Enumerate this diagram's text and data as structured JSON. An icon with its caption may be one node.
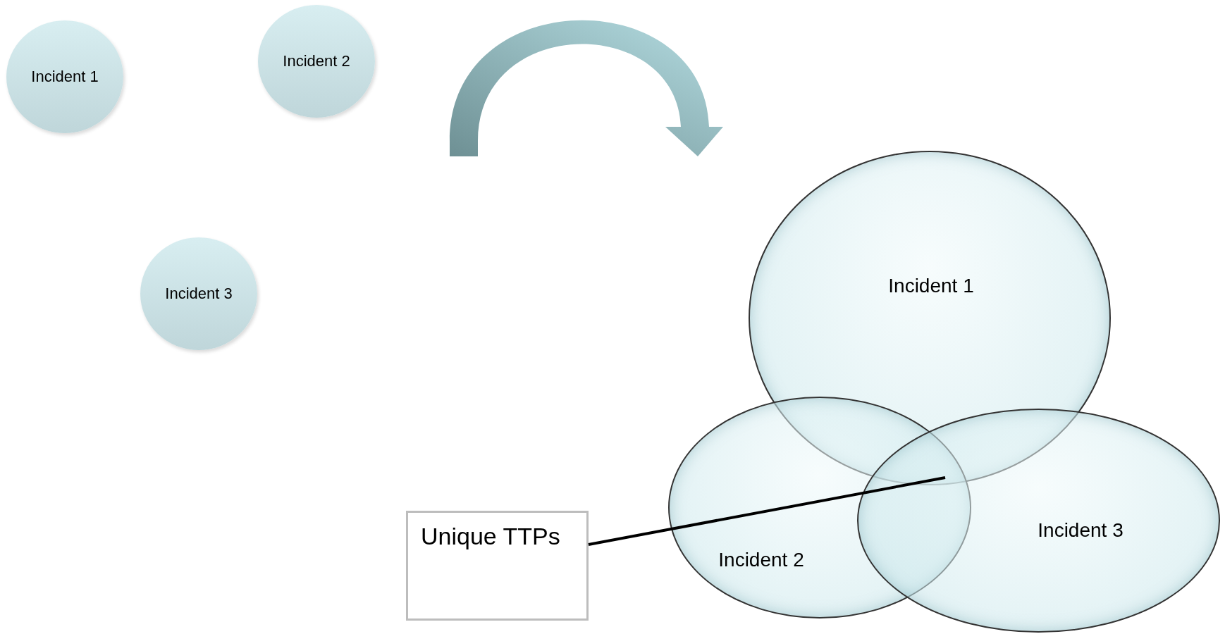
{
  "diagram": {
    "nodes": [
      {
        "text": [
          "Incident 1"
        ]
      },
      {
        "text": [
          "Incident 2"
        ]
      },
      {
        "text": [
          "Incident 3"
        ]
      },
      {
        "text": [
          "Incident 1"
        ]
      },
      {
        "text": [
          "Incident 2"
        ]
      },
      {
        "text": [
          "Incident 3"
        ]
      },
      {
        "text": [
          "Unique TTPs"
        ]
      }
    ],
    "edges": [
      {
        "from": 6,
        "to": 4,
        "arrow": "none"
      }
    ]
  }
}
